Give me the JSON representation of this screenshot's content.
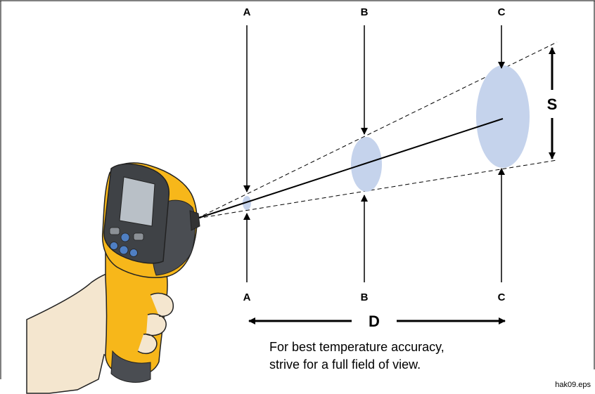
{
  "labels": {
    "a_top": "A",
    "b_top": "B",
    "c_top": "C",
    "a_bottom": "A",
    "b_bottom": "B",
    "c_bottom": "C",
    "distance": "D",
    "spot_size": "S"
  },
  "caption": {
    "line1": "For best temperature accuracy,",
    "line2": "strive for a full field of view."
  },
  "filename": "hak09.eps",
  "colors": {
    "spot": "#c5d3ec",
    "device_yellow": "#f7b71a",
    "device_dark": "#4a4d52",
    "screen": "#b9c0c7",
    "button_blue": "#4f7fc3",
    "skin": "#f4e6cf"
  }
}
